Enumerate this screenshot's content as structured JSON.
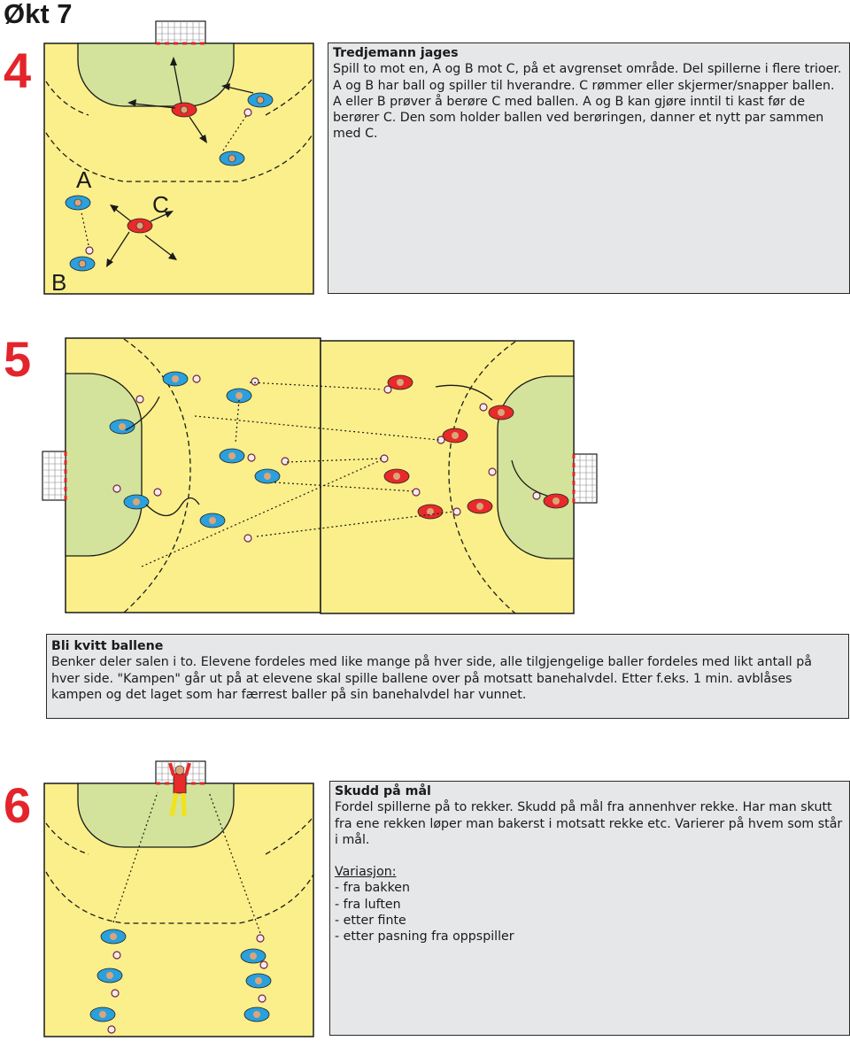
{
  "page": {
    "title": "Økt 7"
  },
  "exercises": [
    {
      "number": "4",
      "title": "Tredjemann jages",
      "body": "Spill to mot en, A og B mot C, på et avgrenset område. Del spillerne i flere trioer. A og B har ball og spiller til hverandre. C rømmer eller skjermer/snapper ballen. A eller B prøver å berøre C med ballen. A og B kan gjøre inntil ti kast før de berører C. Den som holder ballen ved berøringen, danner et nytt par sammen med C.",
      "labels": [
        "A",
        "B",
        "C"
      ]
    },
    {
      "number": "5",
      "title": "Bli kvitt ballene",
      "body": "Benker deler salen i to. Elevene fordeles med like mange på hver side, alle tilgjengelige baller fordeles med likt antall på hver side. \"Kampen\" går ut på at elevene skal spille ballene over på motsatt banehalvdel. Etter f.eks. 1 min. avblåses kampen og det laget som har færrest baller på sin banehalvdel har vunnet."
    },
    {
      "number": "6",
      "title": "Skudd på mål",
      "body": "Fordel spillerne på to rekker. Skudd på mål fra annenhver rekke. Har man skutt fra ene rekken løper man bakerst i motsatt rekke etc. Varierer på hvem som står i mål.",
      "variation_heading": "Variasjon:",
      "variations": [
        "- fra bakken",
        "- fra luften",
        "- etter finte",
        "- etter pasning fra oppspiller"
      ]
    }
  ],
  "colors": {
    "court": "#fbef8b",
    "goal_area": "#d3e39b",
    "team_blue": "#2aa0dc",
    "team_red": "#e82a2a",
    "keeper": "#f2e21a",
    "number": "#e3242b",
    "textbox": "#e6e7e8"
  }
}
